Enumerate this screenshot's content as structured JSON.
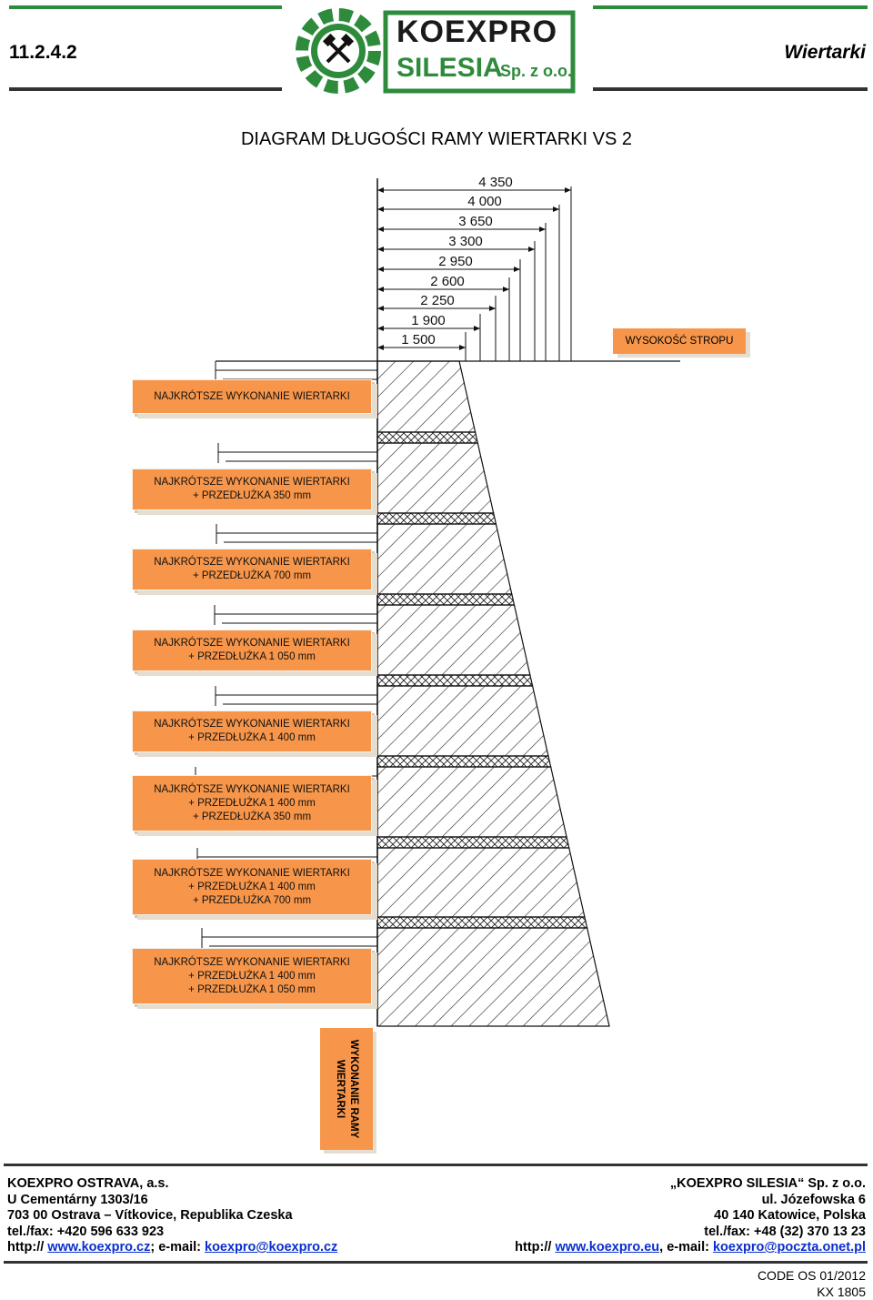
{
  "header": {
    "section": "11.2.4.2",
    "category": "Wiertarki",
    "logo": {
      "brand": "KOEXPRO",
      "sub": "SILESIA",
      "suffix": "Sp. z o.o."
    }
  },
  "title": "DIAGRAM DŁUGOŚCI RAMY WIERTARKI VS 2",
  "dimensions": [
    "4 350",
    "4 000",
    "3 650",
    "3 300",
    "2 950",
    "2 600",
    "2 250",
    "1 900",
    "1 500"
  ],
  "ceiling_label": "WYSOKOŚĆ STROPU",
  "frame_label": [
    "WYKONANIE RAMY",
    "WIERTARKI"
  ],
  "variants": [
    {
      "lines": [
        "NAJKRÓTSZE WYKONANIE WIERTARKI"
      ]
    },
    {
      "lines": [
        "NAJKRÓTSZE WYKONANIE WIERTARKI",
        "+ PRZEDŁUŻKA 350 mm"
      ]
    },
    {
      "lines": [
        "NAJKRÓTSZE WYKONANIE WIERTARKI",
        "+ PRZEDŁUŻKA 700 mm"
      ]
    },
    {
      "lines": [
        "NAJKRÓTSZE WYKONANIE WIERTARKI",
        "+ PRZEDŁUŻKA 1 050 mm"
      ]
    },
    {
      "lines": [
        "NAJKRÓTSZE WYKONANIE WIERTARKI",
        "+ PRZEDŁUŻKA 1 400 mm"
      ]
    },
    {
      "lines": [
        "NAJKRÓTSZE WYKONANIE WIERTARKI",
        "+ PRZEDŁUŻKA 1 400 mm",
        "+ PRZEDŁUŻKA 350 mm"
      ]
    },
    {
      "lines": [
        "NAJKRÓTSZE WYKONANIE WIERTARKI",
        "+ PRZEDŁUŻKA 1 400 mm",
        "+ PRZEDŁUŻKA 700 mm"
      ]
    },
    {
      "lines": [
        "NAJKRÓTSZE WYKONANIE WIERTARKI",
        "+ PRZEDŁUŻKA 1 400 mm",
        "+ PRZEDŁUŻKA 1 050 mm"
      ]
    }
  ],
  "footer": {
    "left": {
      "company": "KOEXPRO OSTRAVA, a.s.",
      "street": "U Cementárny 1303/16",
      "city": "703 00 Ostrava – Vítkovice, Republika Czeska",
      "phone": "tel./fax: +420 596 633 923",
      "web_prefix": "http://",
      "web": "www.koexpro.cz",
      "email_prefix": "; e-mail:",
      "email": "koexpro@koexpro.cz"
    },
    "right": {
      "company": "„KOEXPRO SILESIA“ Sp. z o.o.",
      "street": "ul. Józefowska 6",
      "city": "40 140 Katowice, Polska",
      "phone": "tel./fax: +48 (32) 370 13 23",
      "web_prefix": "http://",
      "web": "www.koexpro.eu",
      "email_prefix": ", e-mail:",
      "email": "koexpro@poczta.onet.pl"
    },
    "code": "CODE OS 01/2012",
    "kx": "KX 1805"
  },
  "colors": {
    "accent": "#f7964a",
    "brand_green": "#2e8b3c"
  }
}
